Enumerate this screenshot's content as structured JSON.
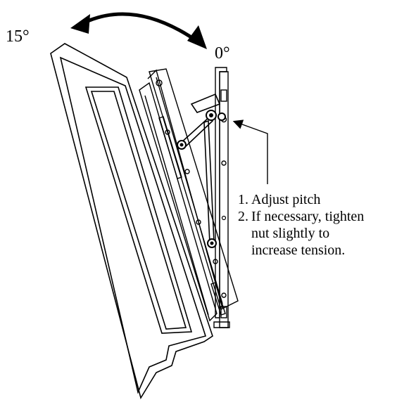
{
  "labels": {
    "angle_tilted": "15°",
    "angle_flat": "0°"
  },
  "instructions": {
    "step1_number": "1.",
    "step1_text": "Adjust pitch",
    "step2_number": "2.",
    "step2_line1": "If necessary, tighten",
    "step2_line2": "nut slightly to",
    "step2_line3": "increase tension."
  },
  "colors": {
    "ink": "#000000",
    "paper": "#ffffff"
  },
  "icons": {
    "tilt_arrow": "double-headed-curved-arrow-icon",
    "callout": "leader-line"
  }
}
